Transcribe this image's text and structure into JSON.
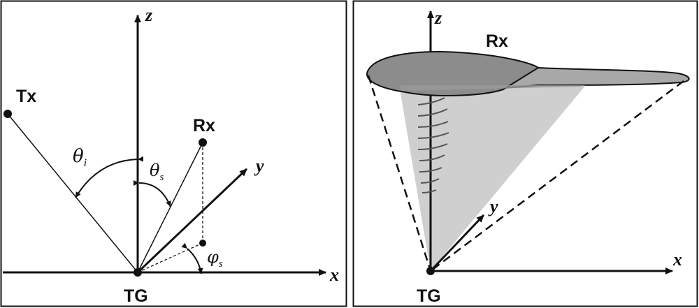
{
  "left_panel": {
    "axis_z": "z",
    "axis_x": "x",
    "axis_y": "y",
    "transmitter": "Tx",
    "receiver": "Rx",
    "target": "TG",
    "theta_i": {
      "symbol": "θ",
      "sub": "i"
    },
    "theta_s": {
      "symbol": "θ",
      "sub": "s"
    },
    "phi_s": {
      "symbol": "φ",
      "sub": "s"
    }
  },
  "right_panel": {
    "axis_z": "z",
    "axis_x": "x",
    "axis_y": "y",
    "receiver": "Rx",
    "target": "TG"
  },
  "colors": {
    "line": "#111111",
    "footprint_fill": "#8c8c8c",
    "footprint_tail": "#a8a8a8",
    "cone_fill": "#cfcfcf",
    "panel_border": "#111111"
  }
}
